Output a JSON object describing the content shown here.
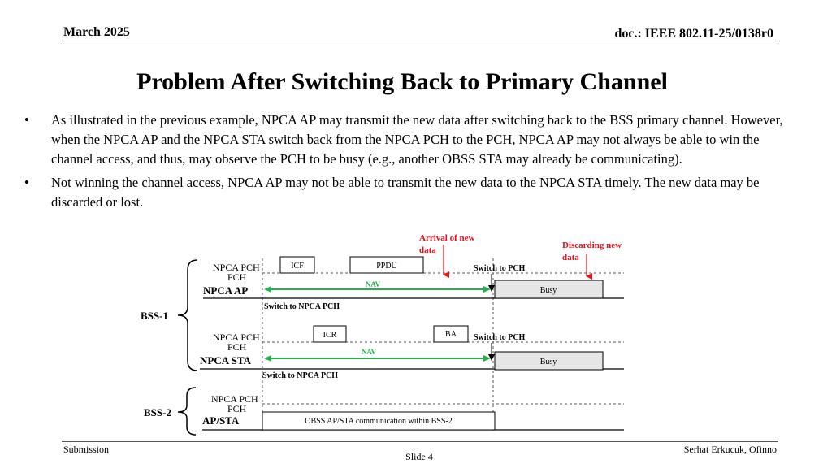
{
  "header": {
    "date": "March 2025",
    "doc_id": "doc.: IEEE 802.11-25/0138r0"
  },
  "title": "Problem After Switching Back to Primary Channel",
  "bullets": [
    "As illustrated in the previous example, NPCA AP may transmit the new data after switching back to the BSS primary channel. However, when the NPCA AP and the NPCA STA switch back from the NPCA PCH to the PCH, NPCA AP may not always be able to win the channel access, and thus, may observe the PCH to be busy (e.g., another OBSS STA may already be communicating).",
    "Not winning the channel access, NPCA AP may not be able to transmit the new data to the NPCA STA timely. The new data may be discarded or lost."
  ],
  "bullet_symbol": "•",
  "diagram": {
    "annotations": {
      "arrival": [
        "Arrival of new",
        "data"
      ],
      "discard": [
        "Discarding new",
        "data"
      ]
    },
    "groups": {
      "bss1": "BSS-1",
      "bss2": "BSS-2"
    },
    "rows": {
      "ap": {
        "npca": "NPCA PCH",
        "pch": "PCH",
        "name": "NPCA AP"
      },
      "sta": {
        "npca": "NPCA PCH",
        "pch": "PCH",
        "name": "NPCA STA"
      },
      "obss": {
        "npca": "NPCA PCH",
        "pch": "PCH",
        "name": "AP/STA"
      }
    },
    "frames": {
      "icf": "ICF",
      "ppdu": "PPDU",
      "icr": "ICR",
      "ba": "BA",
      "busy": "Busy",
      "obss": "OBSS AP/STA communication within BSS-2"
    },
    "labels": {
      "nav": "NAV",
      "switch_to_pch": "Switch to PCH",
      "switch_to_npca": "Switch to NPCA PCH"
    },
    "colors": {
      "nav": "#22b14c",
      "annotation": "#e8101a",
      "busy_fill": "#e6e6e6"
    }
  },
  "footer": {
    "left": "Submission",
    "right": "Serhat Erkucuk, Ofinno",
    "slide": "Slide 4"
  }
}
